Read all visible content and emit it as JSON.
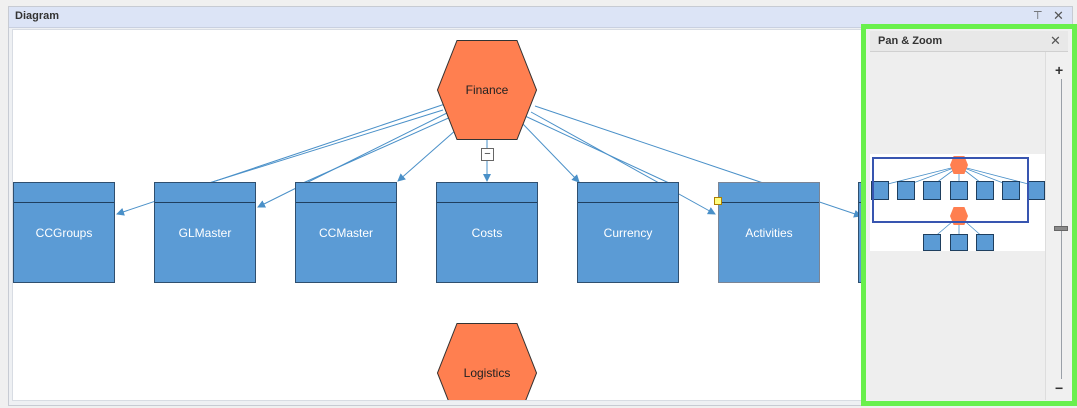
{
  "diagram_panel": {
    "title": "Diagram",
    "pin_icon": "pin-icon",
    "close_icon": "close-icon"
  },
  "diagram": {
    "root_node": {
      "label": "Finance",
      "shape": "hexagon",
      "color": "#ff7f50"
    },
    "child_nodes": [
      {
        "label": "CCGroups"
      },
      {
        "label": "GLMaster"
      },
      {
        "label": "CCMaster"
      },
      {
        "label": "Costs"
      },
      {
        "label": "Currency"
      },
      {
        "label": "Activities"
      }
    ],
    "second_root": {
      "label": "Logistics",
      "shape": "hexagon",
      "color": "#ff7f50"
    },
    "node_color": "#5b9bd5",
    "connector_color": "#4a90c8",
    "collapse_glyph": "−"
  },
  "pan_zoom": {
    "title": "Pan & Zoom",
    "close_icon": "close-icon",
    "zoom_in_label": "+",
    "zoom_out_label": "−",
    "highlight_color": "#69f04d",
    "viewport_color": "#3855b0"
  }
}
